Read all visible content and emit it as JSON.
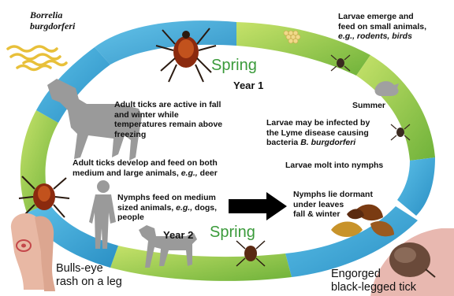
{
  "species": {
    "line1": "Borrelia",
    "line2": "burgdorferi"
  },
  "seasons": {
    "spring_top": "Spring",
    "spring_bottom": "Spring",
    "summer": "Summer"
  },
  "years": {
    "year1": "Year 1",
    "year2": "Year 2"
  },
  "stages": {
    "larvae_emerge": {
      "line1": "Larvae emerge and",
      "line2": "feed on small animals,",
      "line3": "e.g., rodents, birds"
    },
    "larvae_infected": {
      "line1": "Larvae may be infected by",
      "line2": "the Lyme disease causing",
      "line3_prefix": "bacteria ",
      "line3_italic": "B. burgdorferi"
    },
    "larvae_molt": "Larvae molt into nymphs",
    "nymphs_dormant": {
      "line1": "Nymphs lie dormant",
      "line2": "under leaves",
      "line3": "fall & winter"
    },
    "nymphs_feed": {
      "line1": "Nymphs feed on medium",
      "line2_prefix": "sized animals, ",
      "line2_italic": "e.g.,",
      "line2_suffix": " dogs,",
      "line3": "people"
    },
    "adults_develop": {
      "line1": "Adult ticks develop and feed on both",
      "line2_prefix": "medium and large animals, ",
      "line2_italic": "e.g.,",
      "line2_suffix": " deer"
    },
    "adults_active": {
      "line1": "Adult ticks are active in fall",
      "line2": "and winter while",
      "line3": "temperatures remain above",
      "line4": "freezing"
    }
  },
  "captions": {
    "rash": {
      "line1": "Bulls-eye",
      "line2": "rash on a leg"
    },
    "tick": {
      "line1": "Engorged",
      "line2": "black-legged tick"
    }
  },
  "colors": {
    "ring_blue": "#3aa7d6",
    "ring_green": "#8cc63f",
    "spring_text": "#3a9a3a",
    "silhouette": "#9a9a9a",
    "tick_red": "#8b2a0e"
  },
  "icons": [
    "bacteria-icon",
    "deer-silhouette",
    "person-silhouette",
    "dog-silhouette",
    "tick-icon",
    "egg-cluster-icon",
    "mouse-icon",
    "leaves-icon",
    "leg-rash-image",
    "engorged-tick-image",
    "right-arrow-icon"
  ]
}
